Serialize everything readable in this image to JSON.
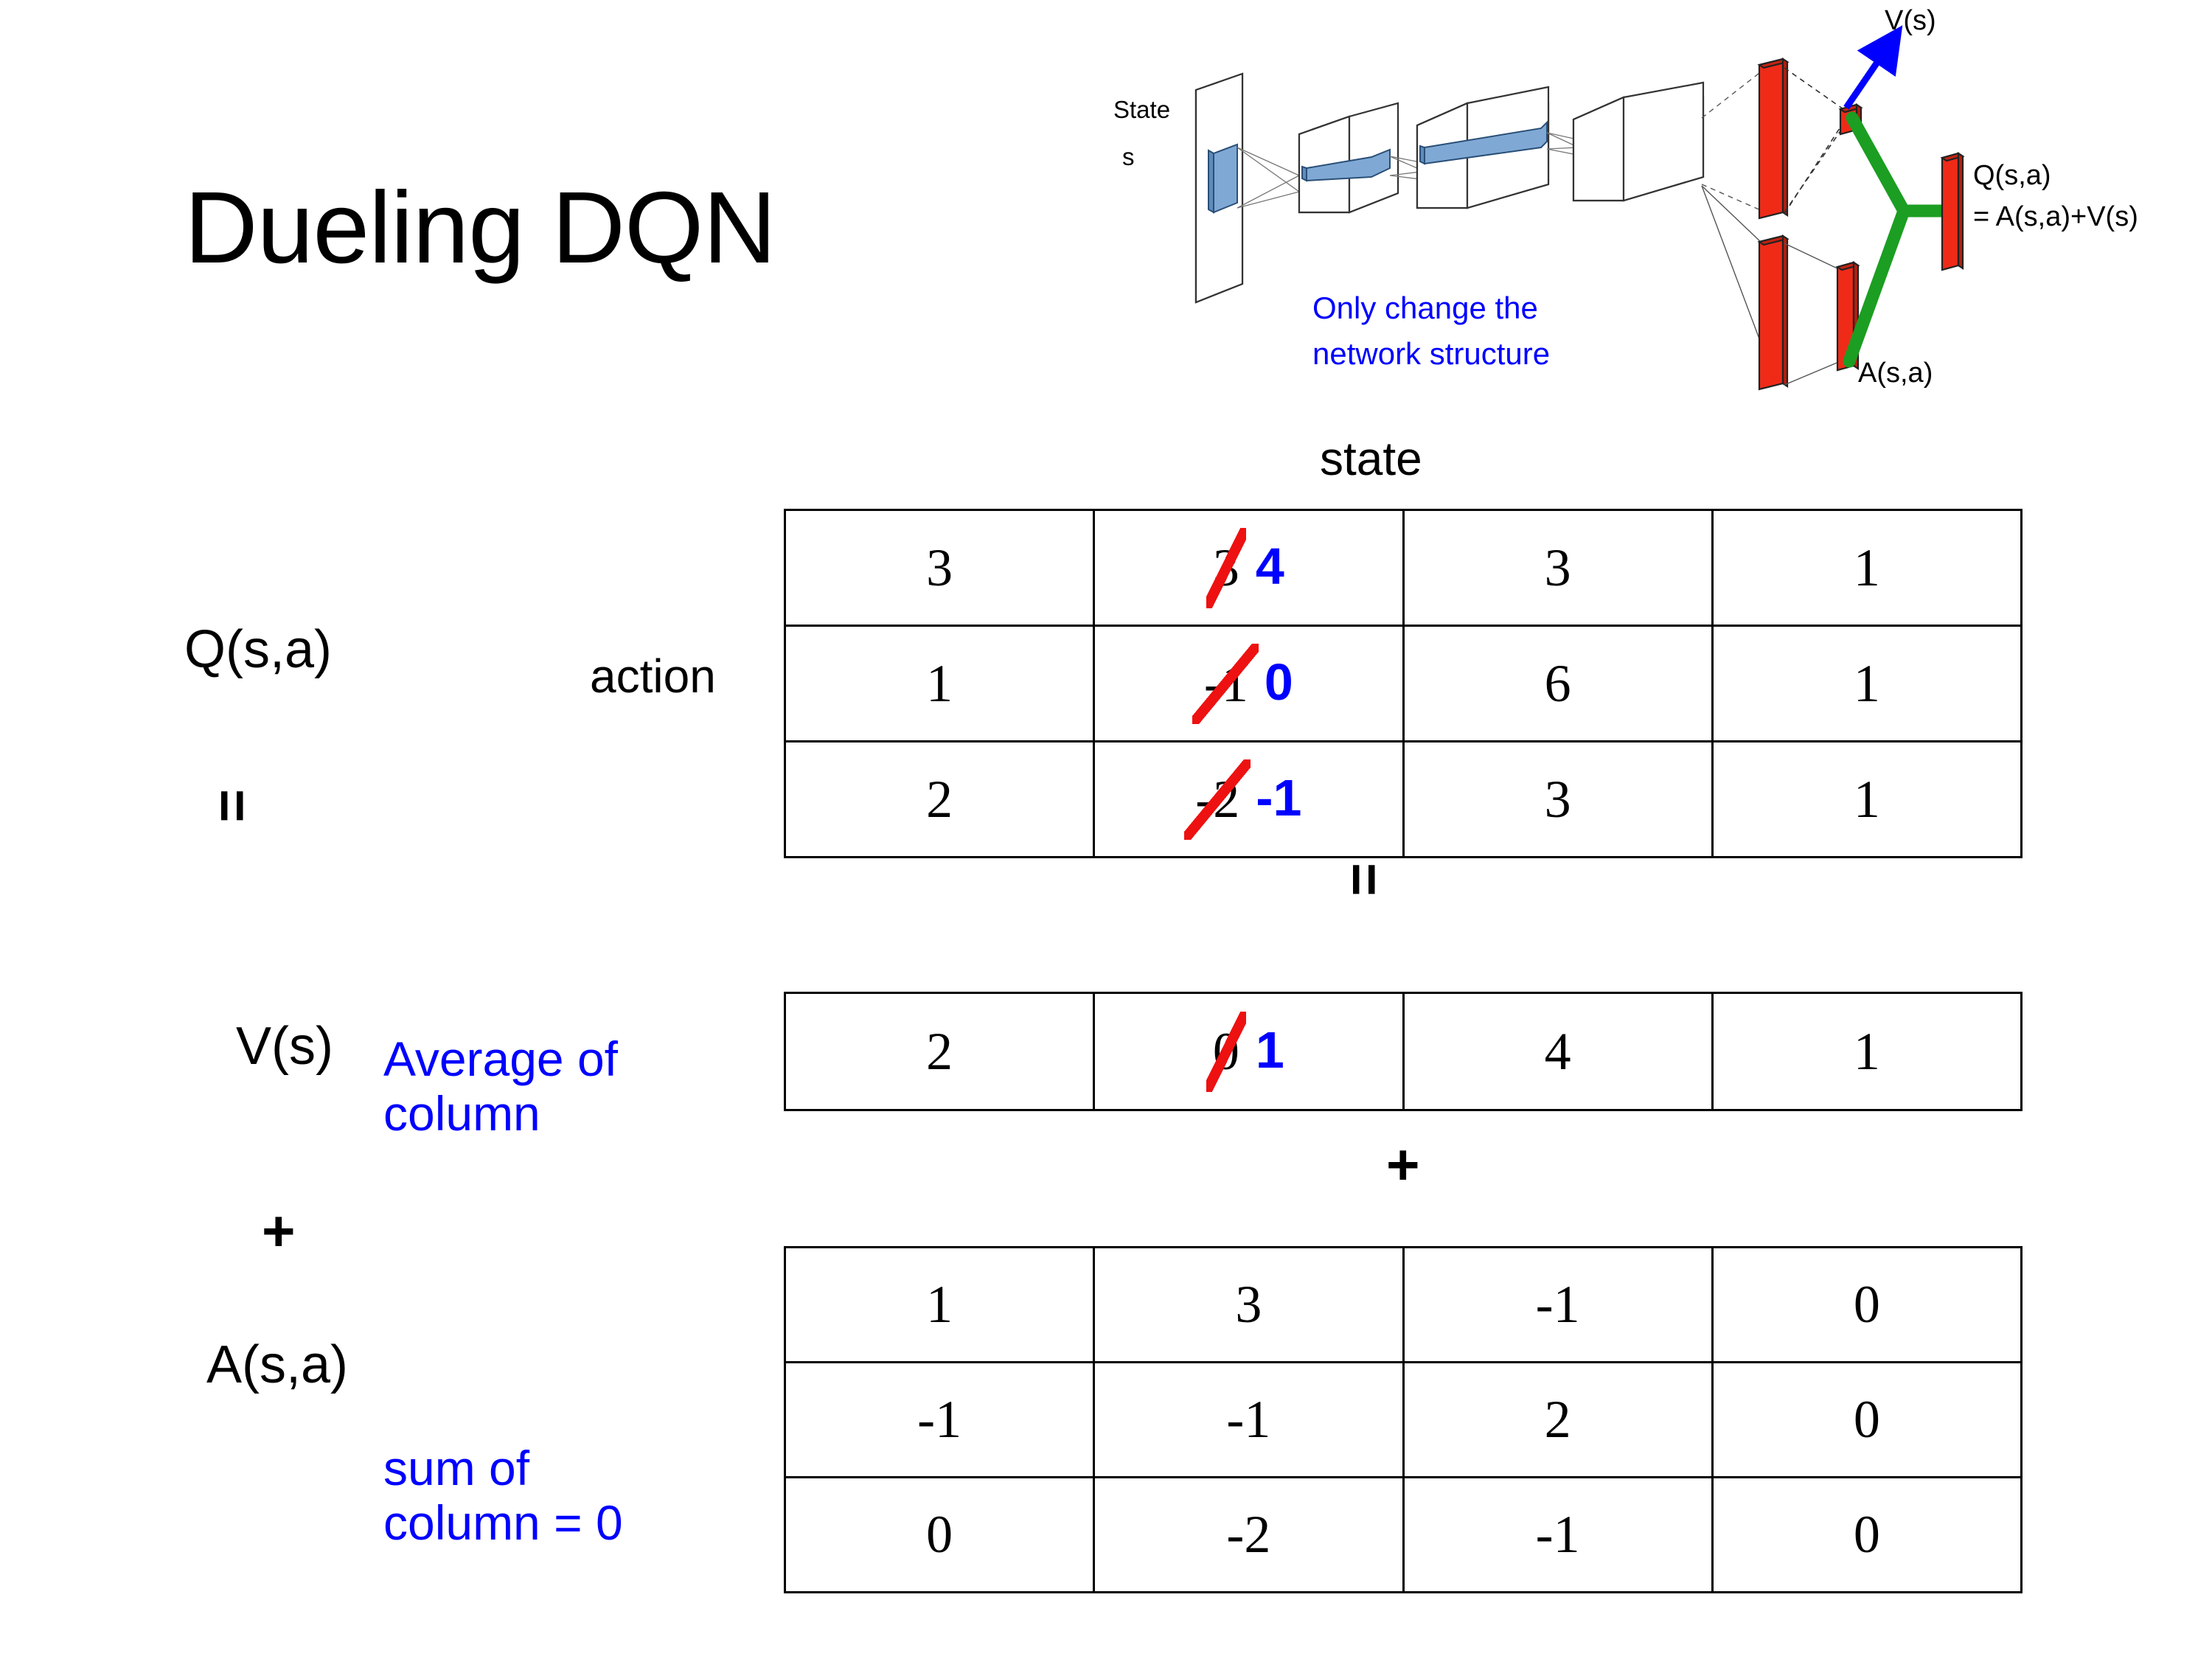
{
  "slide": {
    "title": "Dueling DQN"
  },
  "diagram": {
    "name": "dueling-network-architecture",
    "state_label": "State",
    "state_sub": "s",
    "note": "Only change the\nnetwork structure",
    "value_label": "V(s)",
    "advantage_label": "A(s,a)",
    "q_label_line1": "Q(s,a)",
    "q_label_line2": "= A(s,a)+V(s)",
    "colors": {
      "note": "#0000ff",
      "arrow": "#0000ff",
      "merge": "#1b9e22",
      "output_bar": "#ef2b18",
      "filter": "#6699cc"
    }
  },
  "axes": {
    "state": "state",
    "action": "action"
  },
  "labels": {
    "q": "Q(s,a)",
    "v": "V(s)",
    "a": "A(s,a)",
    "equals": "=",
    "plus": "+"
  },
  "notes": {
    "average": "Average of\ncolumn",
    "sum": "sum of\ncolumn = 0",
    "color": "#0000ff"
  },
  "chart_data": {
    "type": "table",
    "title": "Dueling DQN decomposition  Q(s,a) = V(s) + A(s,a)",
    "xlabel": "state",
    "ylabel": "action",
    "tables": [
      {
        "name": "q-table",
        "label": "Q(s,a)",
        "rows": 3,
        "cols": 4,
        "values": [
          [
            "3",
            "3",
            "3",
            "1"
          ],
          [
            "1",
            "-1",
            "6",
            "1"
          ],
          [
            "2",
            "-2",
            "3",
            "1"
          ]
        ],
        "edits": [
          {
            "row": 0,
            "col": 1,
            "old": "3",
            "new": "4"
          },
          {
            "row": 1,
            "col": 1,
            "old": "-1",
            "new": "0"
          },
          {
            "row": 2,
            "col": 1,
            "old": "-2",
            "new": "-1"
          }
        ]
      },
      {
        "name": "v-table",
        "label": "V(s)",
        "rows": 1,
        "cols": 4,
        "values": [
          [
            "2",
            "0",
            "4",
            "1"
          ]
        ],
        "edits": [
          {
            "row": 0,
            "col": 1,
            "old": "0",
            "new": "1"
          }
        ]
      },
      {
        "name": "a-table",
        "label": "A(s,a)",
        "rows": 3,
        "cols": 4,
        "values": [
          [
            "1",
            "3",
            "-1",
            "0"
          ],
          [
            "-1",
            "-1",
            "2",
            "0"
          ],
          [
            "0",
            "-2",
            "-1",
            "0"
          ]
        ],
        "edits": []
      }
    ],
    "edit_colors": {
      "strike": "#ee1111",
      "new_value": "#0000ff"
    }
  }
}
